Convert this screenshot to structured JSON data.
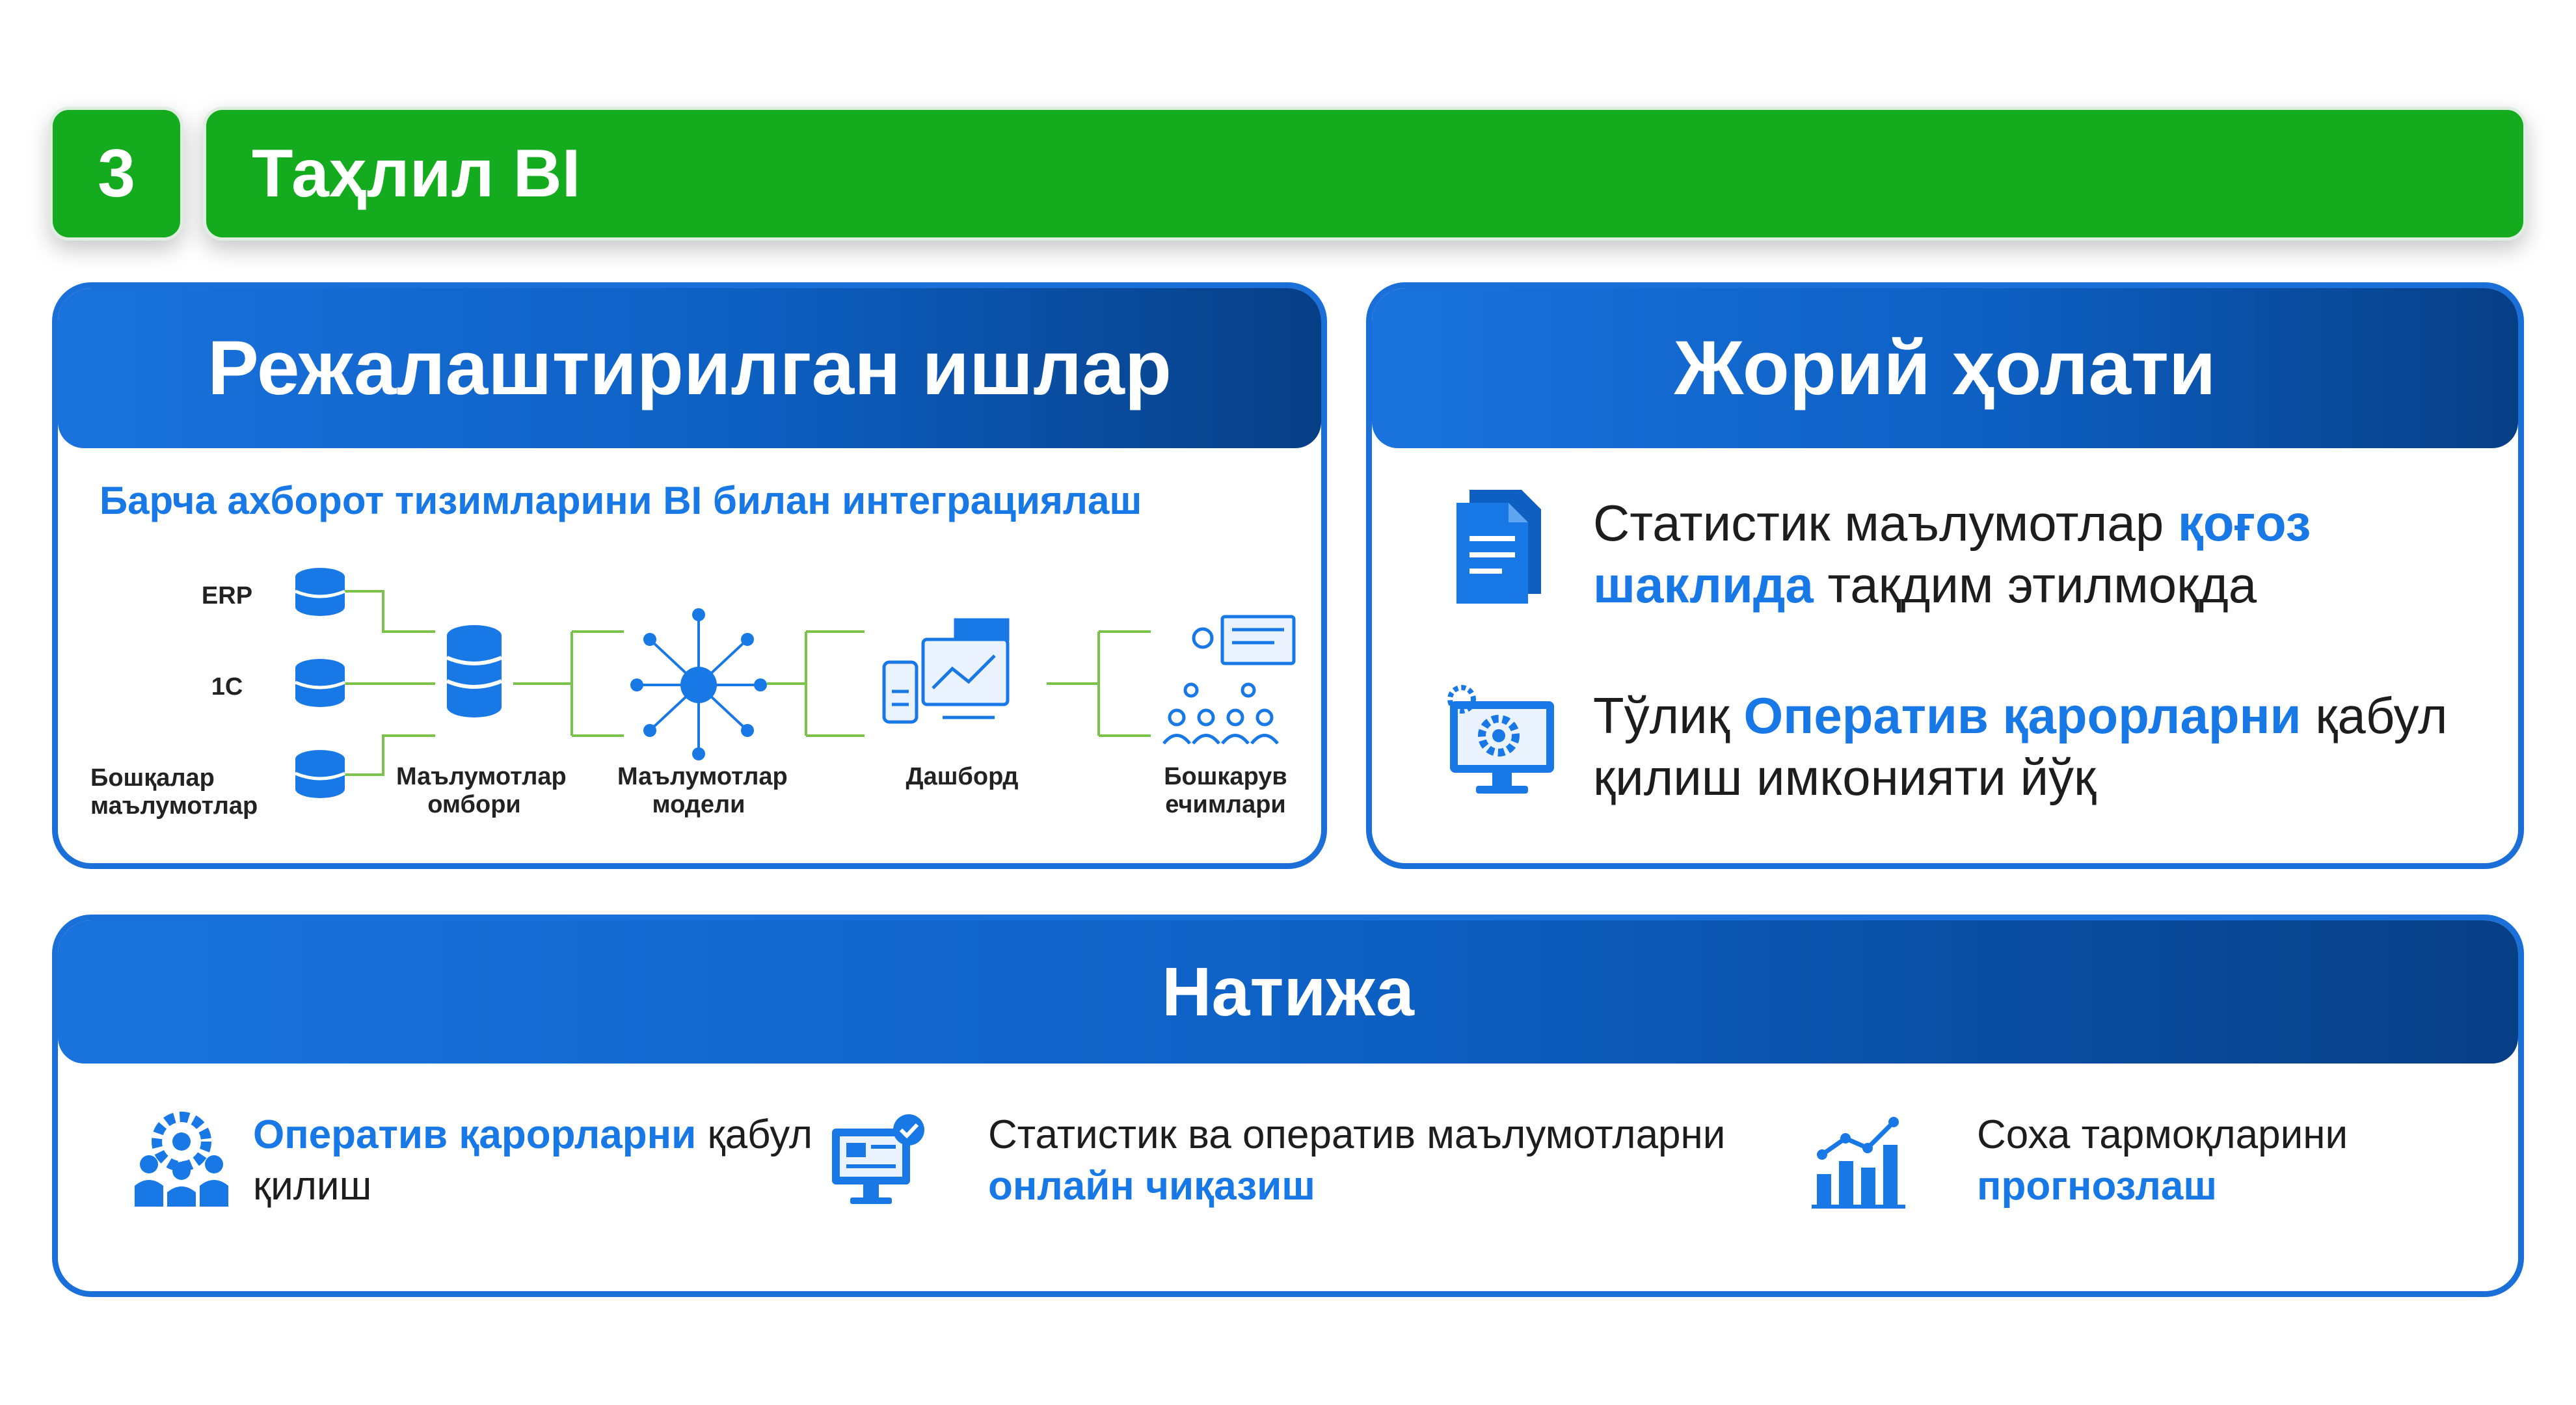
{
  "header": {
    "number": "3",
    "title": "Таҳлил BI"
  },
  "planned": {
    "title": "Режалаштирилган ишлар",
    "subtitle": "Барча ахборот тизимларини BI билан интеграциялаш",
    "sources": [
      "ERP",
      "1C",
      "Бошқалар маълумотлар"
    ],
    "stages": [
      "Маълумотлар омбори",
      "Маълумотлар модели",
      "Дашборд",
      "Бошкарув ечимлари"
    ]
  },
  "current": {
    "title": "Жорий ҳолати",
    "items": [
      {
        "icon": "document-icon",
        "before": "Статистик маълумотлар ",
        "highlight": "қоғоз шаклида",
        "after": " тақдим этилмоқда"
      },
      {
        "icon": "monitor-gears-icon",
        "before": "Тўлиқ ",
        "highlight": "Оператив қарорларни",
        "after": " қабул қилиш имконияти йўқ"
      }
    ]
  },
  "result": {
    "title": "Натижа",
    "items": [
      {
        "icon": "team-gear-icon",
        "before": "",
        "highlight": "Оператив қарорларни",
        "after": " қабул қилиш"
      },
      {
        "icon": "online-monitor-icon",
        "before": "Статистик ва оператив маълумотларни ",
        "highlight": "онлайн чиқазиш",
        "after": ""
      },
      {
        "icon": "growth-chart-icon",
        "before": "Соха тармоқларини ",
        "highlight": "прогнозлаш",
        "after": ""
      }
    ]
  },
  "colors": {
    "green": "#14ac1e",
    "blue": "#1a6fd8",
    "dark_blue": "#073f86",
    "highlight": "#1778e6"
  }
}
